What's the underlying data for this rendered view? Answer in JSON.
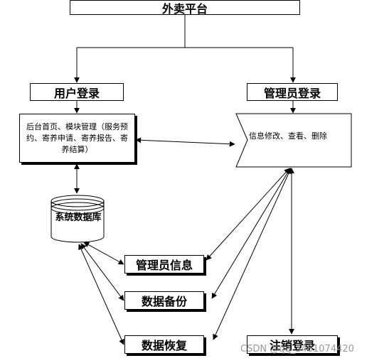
{
  "nodes": {
    "platform": "外卖平台",
    "user_login": "用户登录",
    "admin_login": "管理员登录",
    "backend": "后台首页、模块管理（服务预约、寄养申请、寄养报告、寄养结算）",
    "info_edit": "信息修改、查看、删除",
    "database": "系统数据库",
    "admin_info": "管理员信息",
    "backup": "数据备份",
    "restore": "数据恢复",
    "logout": "注销登录"
  },
  "watermark": "CSDN @qq_3461074420",
  "colors": {
    "line": "#000000",
    "watermark": "#9a9a9a"
  }
}
